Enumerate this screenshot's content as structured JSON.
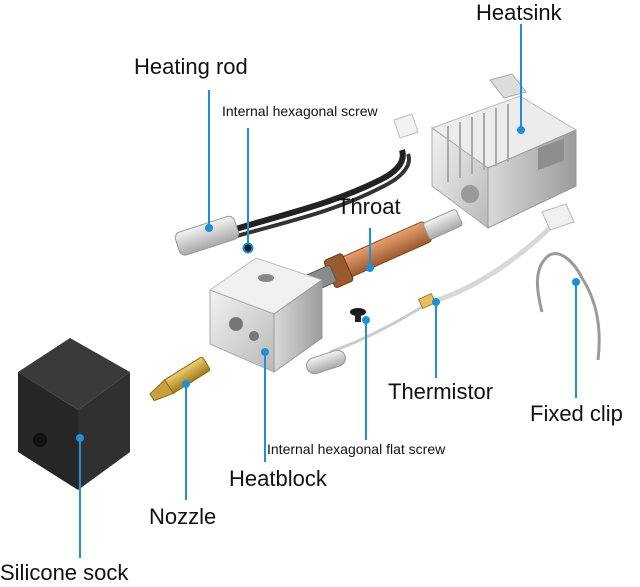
{
  "accent_color": "#1f8fd6",
  "labels": {
    "heatsink": "Heatsink",
    "heating_rod": "Heating rod",
    "internal_hex_screw": "Internal hexagonal screw",
    "throat": "Throat",
    "thermistor": "Thermistor",
    "fixed_clip": "Fixed clip",
    "internal_hex_flat_screw": "Internal hexagonal flat screw",
    "heatblock": "Heatblock",
    "nozzle": "Nozzle",
    "silicone_sock": "Silicone sock"
  }
}
